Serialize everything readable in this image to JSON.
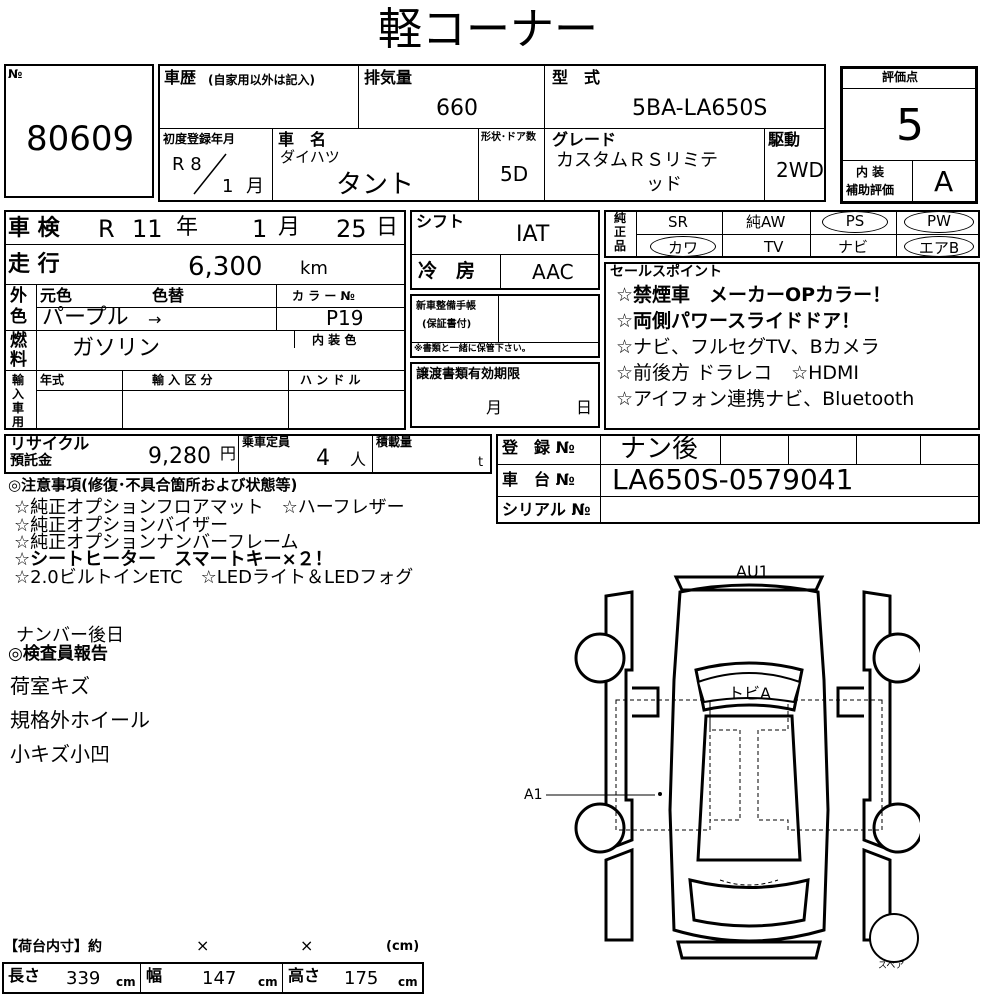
{
  "title": "軽コーナー",
  "lot": {
    "label": "№",
    "value": "80609"
  },
  "history": {
    "label": "車歴",
    "note": "(自家用以外は記入)"
  },
  "displacement": {
    "label": "排気量",
    "value": "660"
  },
  "model_type": {
    "label": "型　式",
    "value": "5BA-LA650S"
  },
  "score": {
    "label": "評価点",
    "value": "5",
    "interior_label_1": "内 装",
    "interior_label_2": "補助評価",
    "interior_value": "A"
  },
  "first_reg": {
    "label": "初度登録年月",
    "era": "R 8",
    "month": "1",
    "month_unit": "月"
  },
  "car_name": {
    "label": "車　名",
    "maker": "ダイハツ",
    "name": "タント"
  },
  "doors": {
    "label": "形状･ドア数",
    "value": "5D"
  },
  "grade": {
    "label": "グレード",
    "line1": "カスタムＲＳリミテ",
    "line2": "ッド"
  },
  "drive": {
    "label": "駆動",
    "value": "2WD"
  },
  "inspection": {
    "label": "車 検",
    "era": "R",
    "year": "11",
    "y": "年",
    "month": "1",
    "m": "月",
    "day": "25",
    "d": "日"
  },
  "mileage": {
    "label": "走 行",
    "value": "6,300",
    "unit": "km"
  },
  "color": {
    "side_1": "外",
    "side_2": "色",
    "orig_label": "元色",
    "change_label": "色替",
    "value": "パープル",
    "arrow": "→",
    "code_label": "カ ラ ー №",
    "code": "P19",
    "interior_label": "内 装 色"
  },
  "fuel": {
    "side_1": "燃",
    "side_2": "料",
    "value": "ガソリン"
  },
  "import": {
    "side": [
      "輸",
      "入",
      "車",
      "用"
    ],
    "year_label": "年式",
    "class_label": "輸 入 区 分",
    "handle_label": "ハ ン ド ル"
  },
  "shift": {
    "label": "シフト",
    "value": "IAT"
  },
  "ac": {
    "label": "冷　房",
    "value": "AAC"
  },
  "new_car_manual": {
    "line1": "新車整備手帳",
    "line2": "(保証書付)"
  },
  "docs_note": "※書類と一緒に保管下さい。",
  "transfer": {
    "label": "譲渡書類有効期限",
    "month": "月",
    "day": "日"
  },
  "genuine": {
    "side": [
      "純",
      "正",
      "品"
    ],
    "row1": [
      "SR",
      "純AW",
      "PS",
      "PW"
    ],
    "row2": [
      "カワ",
      "TV",
      "ナビ",
      "エアB"
    ]
  },
  "sales_points": {
    "label": "セールスポイント",
    "items": [
      "☆禁煙車　メーカーOPカラー！",
      "☆両側パワースライドドア！",
      "☆ナビ、フルセグTV、Bカメラ",
      "☆前後方 ドラレコ　☆HDMI",
      "☆アイフォン連携ナビ、Bluetooth"
    ]
  },
  "recycle": {
    "line1": "リサイクル",
    "line2": "預託金",
    "value": "9,280",
    "unit": "円"
  },
  "capacity": {
    "label": "乗車定員",
    "value": "4",
    "unit": "人"
  },
  "load": {
    "label": "積載量",
    "unit": "t"
  },
  "registration": {
    "label": "登　録 №",
    "value": "ナン後"
  },
  "chassis": {
    "label": "車　台 №",
    "value": "LA650S-0579041"
  },
  "serial": {
    "label": "シリアル №"
  },
  "notes": {
    "heading": "◎注意事項(修復･不具合箇所および状態等)",
    "items": [
      "☆純正オプションフロアマット　☆ハーフレザー",
      "☆純正オプションバイザー",
      "☆純正オプションナンバーフレーム",
      "☆シートヒーター　スマートキー×２！",
      "☆2.0ビルトインETC　☆LEDライト＆LEDフォグ"
    ]
  },
  "plate_note": "ナンバー後日",
  "inspector": {
    "heading": "◎検査員報告",
    "items": [
      "荷室キズ",
      "規格外ホイール",
      "小キズ小凹"
    ]
  },
  "diagram": {
    "au1": "AU1",
    "a1": "A1",
    "roof": "トビA",
    "spare": "スペア"
  },
  "cargo": {
    "heading": "【荷台内寸】約",
    "x1": "×",
    "x2": "×",
    "unit_head": "(cm)",
    "length_label": "長さ",
    "length": "339",
    "width_label": "幅",
    "width": "147",
    "height_label": "高さ",
    "height": "175",
    "unit": "cm"
  }
}
